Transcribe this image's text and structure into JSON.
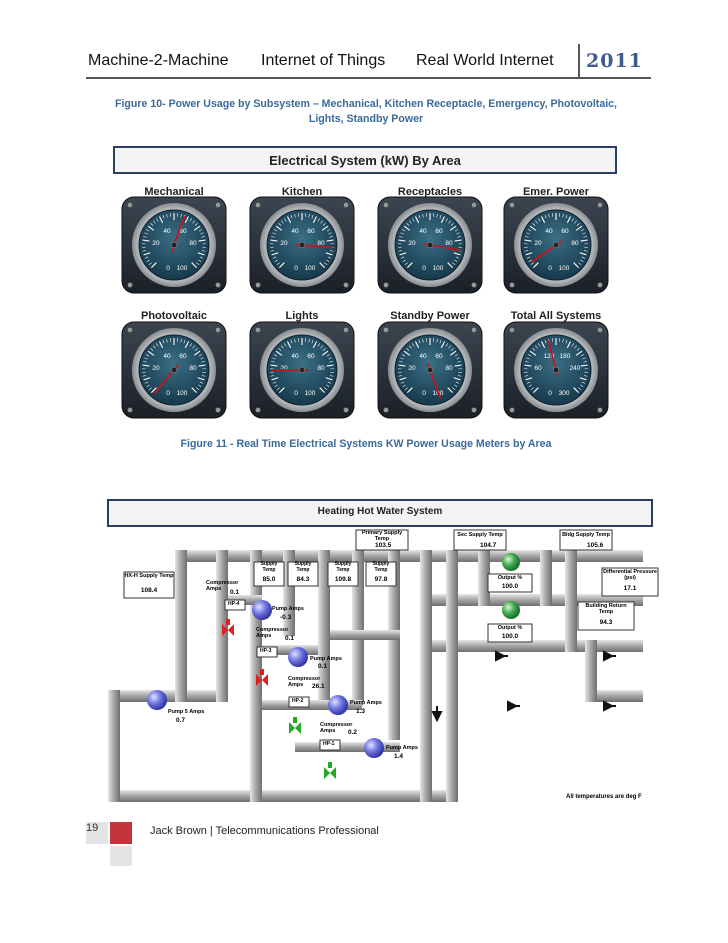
{
  "header": {
    "part1": "Machine-2-Machine",
    "part2": "Internet of Things",
    "part3": "Real World Internet",
    "year": "2011"
  },
  "caption10_line1": "Figure 10- Power Usage by Subsystem – Mechanical, Kitchen Receptacle, Emergency, Photovoltaic,",
  "caption10_line2": "Lights, Standby Power",
  "caption11": "Figure 11 - Real Time Electrical Systems KW Power Usage Meters by Area",
  "electrical": {
    "title": "Electrical System (kW) By Area",
    "gauges": [
      {
        "label": "Mechanical",
        "ticks": [
          "20",
          "40",
          "60",
          "80",
          "0",
          "100"
        ],
        "needle_deg": 20
      },
      {
        "label": "Kitchen",
        "ticks": [
          "20",
          "40",
          "60",
          "80",
          "0",
          "100"
        ],
        "needle_deg": 95
      },
      {
        "label": "Receptacles",
        "ticks": [
          "20",
          "40",
          "60",
          "80",
          "0",
          "100"
        ],
        "needle_deg": 100
      },
      {
        "label": "Emer. Power",
        "ticks": [
          "20",
          "40",
          "60",
          "80",
          "0",
          "100"
        ],
        "needle_deg": 235
      },
      {
        "label": "Photovoltaic",
        "ticks": [
          "20",
          "40",
          "60",
          "80",
          "0",
          "100"
        ],
        "needle_deg": 220
      },
      {
        "label": "Lights",
        "ticks": [
          "20",
          "40",
          "60",
          "80",
          "0",
          "100"
        ],
        "needle_deg": 270
      },
      {
        "label": "Standby Power",
        "ticks": [
          "20",
          "40",
          "60",
          "80",
          "0",
          "100"
        ],
        "needle_deg": 160
      },
      {
        "label": "Total All Systems",
        "ticks": [
          "60",
          "120",
          "180",
          "240",
          "0",
          "300"
        ],
        "needle_deg": 345
      }
    ]
  },
  "hhw": {
    "title": "Heating Hot Water System",
    "primary_supply_label": "Primary Supply Temp",
    "primary_supply_value": "103.5",
    "sec_supply_label": "Sec Supply Temp",
    "sec_supply_value": "104.7",
    "bldg_supply_label": "Bldg Supply Temp",
    "bldg_supply_value": "105.6",
    "hxh_label": "HX-H Supply Temp",
    "hxh_value": "108.4",
    "supply_temps": [
      {
        "label": "Supply Temp",
        "value": "85.0"
      },
      {
        "label": "Supply Temp",
        "value": "84.3"
      },
      {
        "label": "Supply Temp",
        "value": "109.8"
      },
      {
        "label": "Supply Temp",
        "value": "97.8"
      }
    ],
    "output1_label": "Output %",
    "output1_value": "100.0",
    "output2_label": "Output %",
    "output2_value": "100.0",
    "diff_label": "Differential Pressure (psi)",
    "diff_value": "17.1",
    "bldg_return_label": "Building Return Temp",
    "bldg_return_value": "94.3",
    "hp4": "HP-4",
    "hp3": "HP-3",
    "hp2": "HP-2",
    "hp1": "HP-1",
    "comp_label": "Compressor Amps",
    "comp4_value": "0.1",
    "comp3_value": "0.1",
    "comp2_value": "26.1",
    "comp1_value": "0.2",
    "pump_label": "Pump Amps",
    "pump4_value": "-0.3",
    "pump3_value": "0.1",
    "pump2_value": "1.3",
    "pump1_value": "1.4",
    "pump5_label": "Pump 5 Amps",
    "pump5_value": "0.7",
    "note": "All temperatures are deg F"
  },
  "footer": {
    "page": "19",
    "text": "Jack Brown | Telecommunications Professional"
  }
}
